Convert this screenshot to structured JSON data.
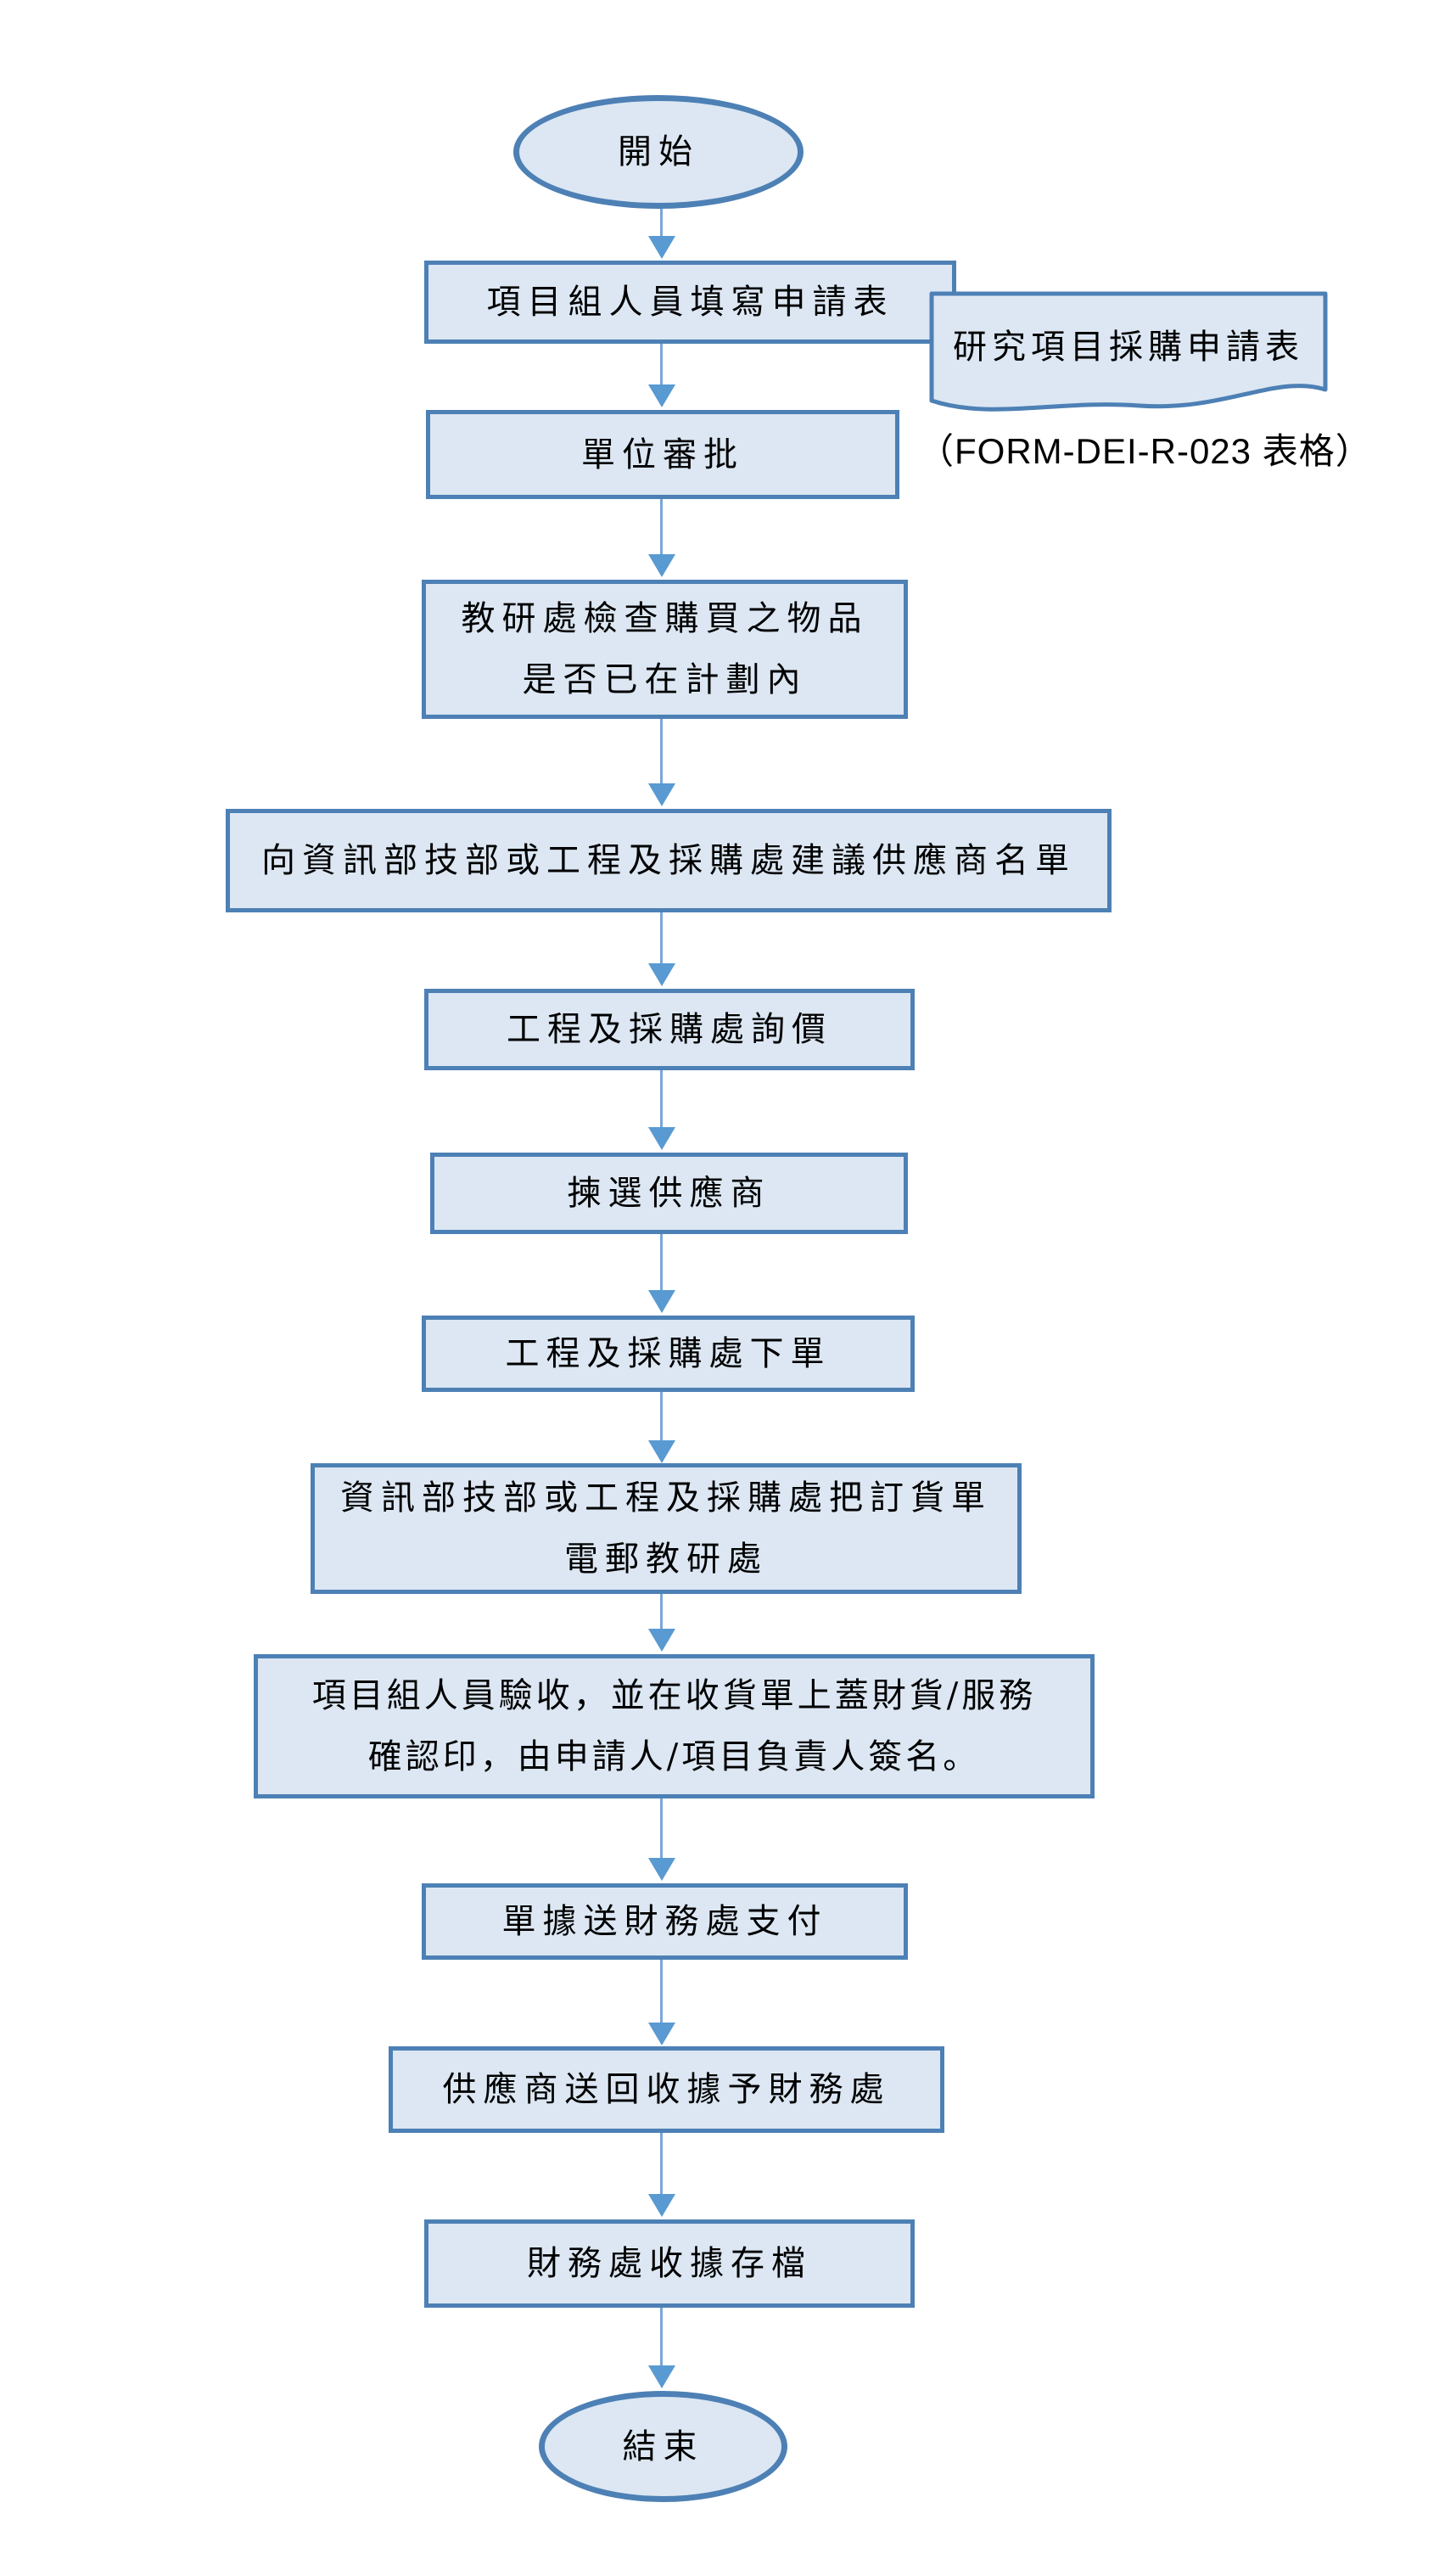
{
  "diagram": {
    "type": "flowchart",
    "language": "zh-Hant",
    "colors": {
      "shape_fill": "#dce7f3",
      "shape_border": "#4d80b5",
      "arrow_shaft": "#7aa6d8",
      "arrow_head": "#589ad1",
      "text": "#000000",
      "background": "#ffffff"
    },
    "nodes": [
      {
        "id": "start",
        "type": "terminator",
        "label": "開始"
      },
      {
        "id": "fill-application",
        "type": "process",
        "label": "項目組人員填寫申請表"
      },
      {
        "id": "unit-approval",
        "type": "process",
        "label": "單位審批"
      },
      {
        "id": "dei-check",
        "type": "process",
        "label": "教研處檢查購買之物品\n是否已在計劃內"
      },
      {
        "id": "suggest-suppliers",
        "type": "process",
        "label": "向資訊部技部或工程及採購處建議供應商名單"
      },
      {
        "id": "price-inquiry",
        "type": "process",
        "label": "工程及採購處詢價"
      },
      {
        "id": "select-supplier",
        "type": "process",
        "label": "揀選供應商"
      },
      {
        "id": "place-order",
        "type": "process",
        "label": "工程及採購處下單"
      },
      {
        "id": "email-order",
        "type": "process",
        "label": "資訊部技部或工程及採購處把訂貨單\n電郵教研處"
      },
      {
        "id": "acceptance",
        "type": "process",
        "label": "項目組人員驗收，並在收貨單上蓋財貨/服務\n確認印，由申請人/項目負責人簽名。"
      },
      {
        "id": "send-finance",
        "type": "process",
        "label": "單據送財務處支付"
      },
      {
        "id": "supplier-receipt",
        "type": "process",
        "label": "供應商送回收據予財務處"
      },
      {
        "id": "archive-receipt",
        "type": "process",
        "label": "財務處收據存檔"
      },
      {
        "id": "end",
        "type": "terminator",
        "label": "結束"
      }
    ],
    "annotations": {
      "document_label": "研究項目採購申請表",
      "form_code": "（FORM-DEI-R-023 表格）"
    }
  }
}
